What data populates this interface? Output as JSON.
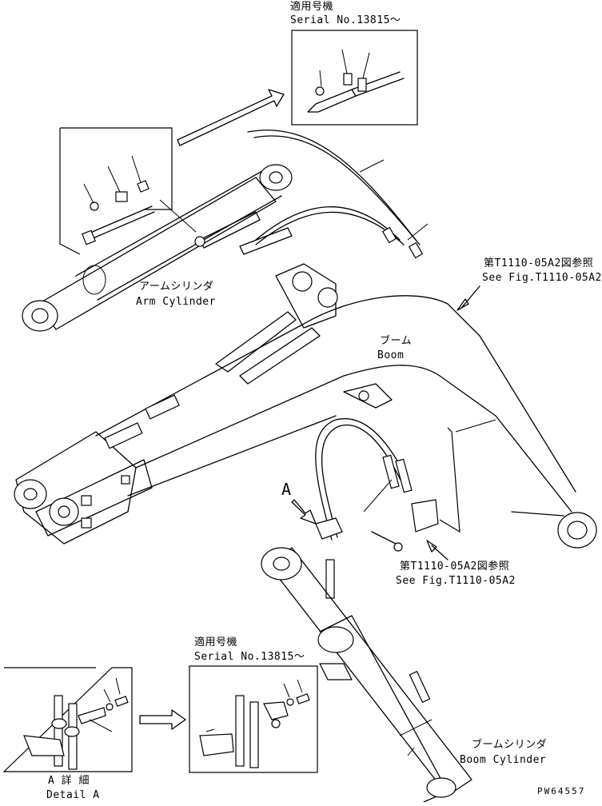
{
  "labels": {
    "serial_top_jp": "適用号機",
    "serial_top_en": "Serial No.13815～",
    "arm_cylinder_jp": "アームシリンダ",
    "arm_cylinder_en": "Arm Cylinder",
    "ref_top_jp": "第T1110-05A2図参照",
    "ref_top_en": "See Fig.T1110-05A2",
    "boom_jp": "ブーム",
    "boom_en": "Boom",
    "callout_a": "A",
    "ref_mid_jp": "第T1110-05A2図参照",
    "ref_mid_en": "See Fig.T1110-05A2",
    "serial_bottom_jp": "適用号機",
    "serial_bottom_en": "Serial No.13815～",
    "detail_jp": "A 詳 細",
    "detail_en": "Detail A",
    "boom_cylinder_jp": "ブームシリンダ",
    "boom_cylinder_en": "Boom Cylinder",
    "drawing_code": "PW64557"
  }
}
